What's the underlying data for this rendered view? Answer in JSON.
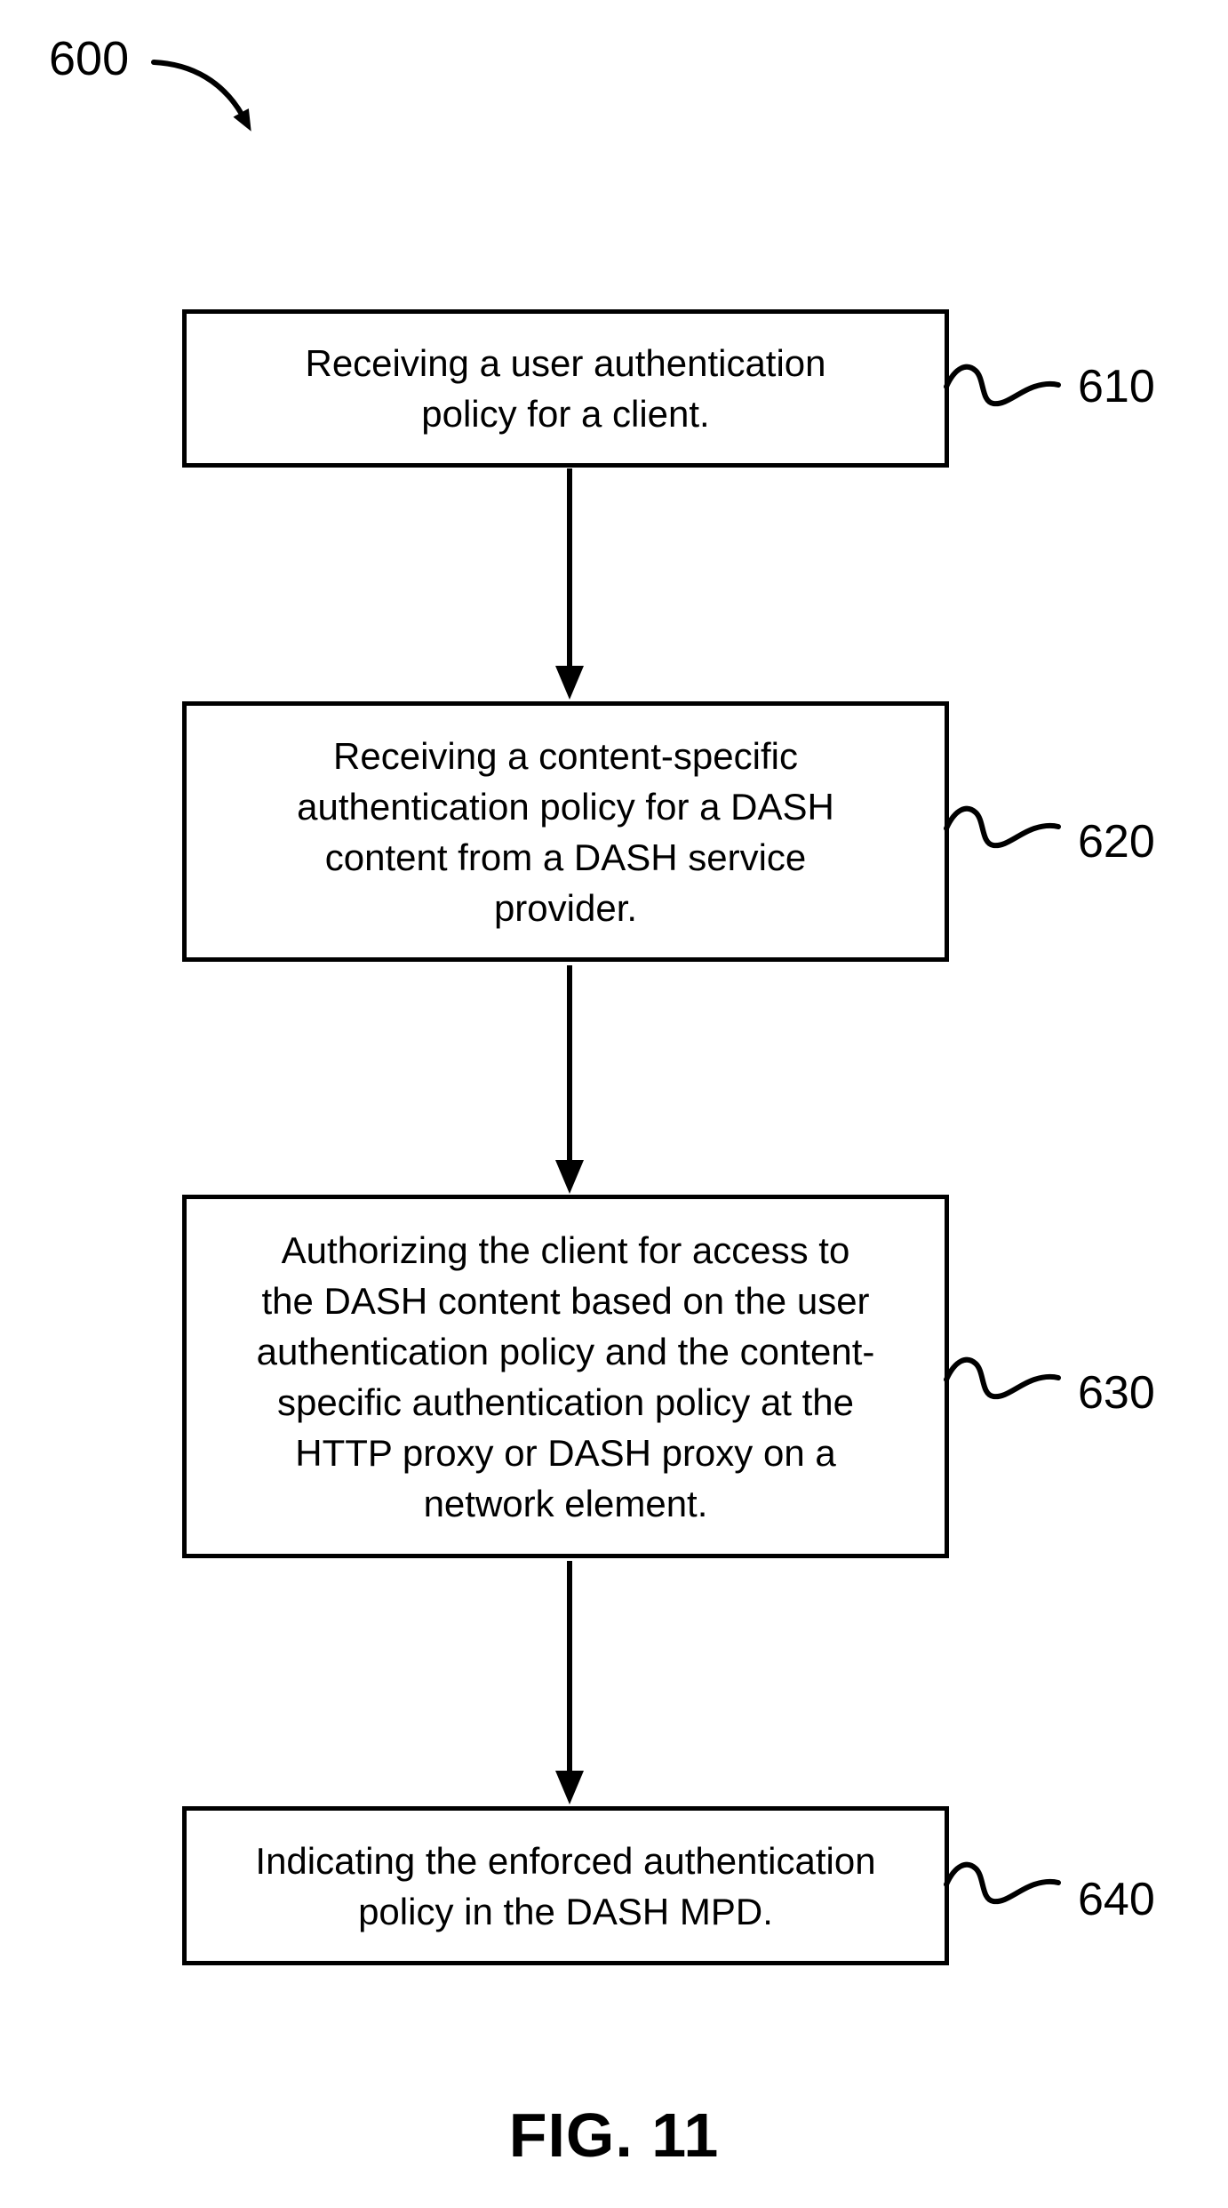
{
  "figure": {
    "reference_label": "600",
    "caption": "FIG. 11",
    "steps": [
      {
        "ref": "610",
        "text": "Receiving a user authentication\npolicy for a client."
      },
      {
        "ref": "620",
        "text": "Receiving a content-specific\nauthentication policy for a DASH\ncontent from a DASH service\nprovider."
      },
      {
        "ref": "630",
        "text": "Authorizing the client for access to\nthe DASH content based on the user\nauthentication policy and the content-\nspecific authentication policy at the\nHTTP proxy or DASH proxy on a\nnetwork element."
      },
      {
        "ref": "640",
        "text": "Indicating the enforced authentication\npolicy in the DASH MPD."
      }
    ],
    "colors": {
      "ink": "#000000",
      "background": "#ffffff"
    }
  }
}
